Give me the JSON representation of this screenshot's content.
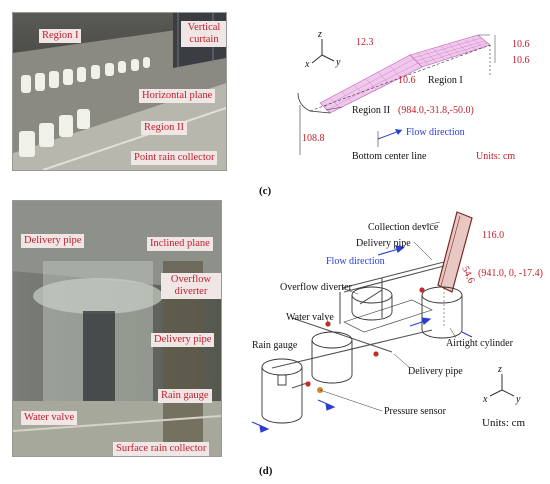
{
  "photo_c": {
    "labels": {
      "region1": "Region I",
      "vertical_curtain": "Vertical curtain",
      "horizontal_plane": "Horizontal plane",
      "region2": "Region II",
      "point_rain_collector": "Point rain collector"
    }
  },
  "photo_d": {
    "labels": {
      "delivery_pipe_top": "Delivery pipe",
      "inclined_plane": "Inclined plane",
      "overflow_diverter": "Overflow diverter",
      "delivery_pipe_mid": "Delivery pipe",
      "rain_gauge": "Rain gauge",
      "water_valve": "Water valve",
      "surface_rain_collector": "Surface rain collector"
    }
  },
  "diagram_c": {
    "dim_12_3": "12.3",
    "dim_10_6_a": "10.6",
    "dim_10_6_b": "10.6",
    "dim_10_6_c": "10.6",
    "region1": "Region I",
    "region2": "Region II",
    "coord": "(984.0,-31.8,-50.0)",
    "dim_108_8": "108.8",
    "flow_direction": "Flow direction",
    "bottom_center_line": "Bottom center line",
    "units": "Units: cm",
    "axis_x": "x",
    "axis_y": "y",
    "axis_z": "z"
  },
  "diagram_d": {
    "collection_device": "Collection device",
    "delivery_pipe_top": "Delivery pipe",
    "dim_116": "116.0",
    "dim_54_6": "54.6",
    "flow_direction": "Flow direction",
    "overflow_diverter": "Overflow diverter",
    "coord": "(941.0, 0, -17.4)",
    "water_valve": "Water valve",
    "rain_gauge": "Rain gauge",
    "airtight_cylinder": "Airtight cylinder",
    "delivery_pipe_bottom": "Delivery pipe",
    "pressure_sensor": "Pressure sensor",
    "units": "Units: cm",
    "axis_x": "x",
    "axis_y": "y",
    "axis_z": "z"
  },
  "captions": {
    "c": "(c)",
    "d": "(d)"
  },
  "colors": {
    "label_red": "#c0202a",
    "label_bg": "#f0e6e6",
    "flow_blue": "#2a3fd0"
  }
}
